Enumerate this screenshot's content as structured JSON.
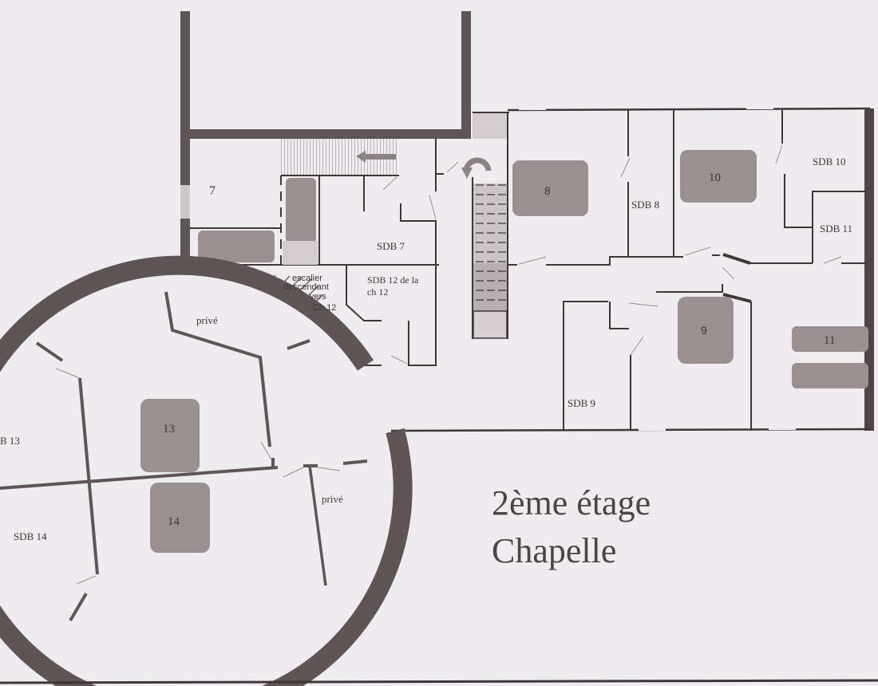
{
  "title": {
    "line1": "2ème étage",
    "line2": "Chapelle"
  },
  "colors": {
    "paper": "#eeecef",
    "wall": "#5f5557",
    "thin_wall": "#3f3638",
    "bed": "#9a9092",
    "text": "#3e3638"
  },
  "rooms": {
    "r7": "7",
    "r8": "8",
    "r9": "9",
    "r10": "10",
    "r11": "11",
    "r13": "13",
    "r14": "14"
  },
  "bathrooms": {
    "sdb7": "SDB 7",
    "sdb8": "SDB 8",
    "sdb9": "SDB 9",
    "sdb10": "SDB 10",
    "sdb11": "SDB 11",
    "sdb12_line1": "SDB 12 de la",
    "sdb12_line2": "ch 12",
    "sdb13": "B 13",
    "sdb14": "SDB 14"
  },
  "annotations": {
    "prive_1": "privé",
    "prive_2": "privé",
    "stair_line1": "escalier",
    "stair_line2": "descendant",
    "stair_line3": "vers",
    "stair_line4": "Ch 12"
  },
  "icons": {
    "stair_arrow": "left-arrow",
    "turn_arrow": "u-turn-arrow"
  }
}
